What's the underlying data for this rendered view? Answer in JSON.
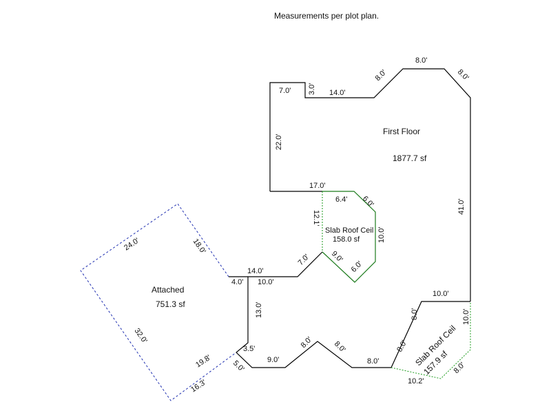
{
  "title": "Measurements per plot plan.",
  "areas": {
    "first_floor": {
      "name": "First Floor",
      "area": "1877.7 sf"
    },
    "slab_roof_center": {
      "name": "Slab Roof Ceil",
      "area": "158.0 sf"
    },
    "slab_roof_right": {
      "name": "Slab Roof Ceil",
      "area": "157.9 sf"
    },
    "attached": {
      "name": "Attached",
      "area": "751.3 sf"
    }
  },
  "dims": {
    "d7_0_top": "7.0'",
    "d3_0": "3.0'",
    "d14_0_top": "14.0'",
    "d8_0_a": "8.0'",
    "d8_0_top": "8.0'",
    "d8_0_b": "8.0'",
    "d22_0": "22.0'",
    "d41_0": "41.0'",
    "d17_0": "17.0'",
    "d6_4": "6.4'",
    "d6_0_a": "6.0'",
    "d12_1": "12.1'",
    "d10_0_slab": "10.0'",
    "d9_0_slab": "9.0'",
    "d6_0_b": "6.0'",
    "d7_0_mid": "7.0'",
    "d14_0_mid": "14.0'",
    "d4_0": "4.0'",
    "d10_0_mid": "10.0'",
    "d13_0": "13.0'",
    "d3_5": "3.5'",
    "d5_0": "5.0'",
    "d9_0_bot": "9.0'",
    "d8_0_c": "8.0'",
    "d8_0_d": "8.0'",
    "d8_0_e": "8.0'",
    "d8_0_f": "8.0'",
    "d8_0_g": "8.0'",
    "d10_0_right": "10.0'",
    "d10_0_vert": "10.0'",
    "d10_2": "10.2'",
    "d8_0_h": "8.0'",
    "d24_0": "24.0'",
    "d18_0": "18.0'",
    "d32_0": "32.0'",
    "d19_8": "19.8'",
    "d16_3": "16.3'"
  }
}
